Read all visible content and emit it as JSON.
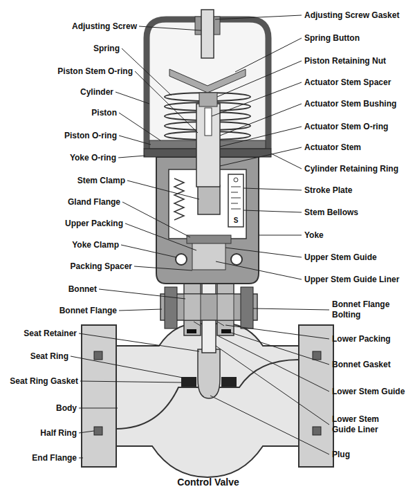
{
  "diagram": {
    "caption": "Control Valve",
    "labels": [
      "Adjusting Screw",
      "Spring",
      "Piston Stem O-ring",
      "Cylinder",
      "Piston",
      "Piston O-ring",
      "Yoke O-ring",
      "Stem Clamp",
      "Gland Flange",
      "Upper Packing",
      "Yoke Clamp",
      "Packing Spacer",
      "Bonnet",
      "Bonnet Flange",
      "Seat Retainer",
      "Seat Ring",
      "Seat Ring Gasket",
      "Body",
      "Half Ring",
      "End Flange",
      "Adjusting Screw Gasket",
      "Spring Button",
      "Piston Retaining Nut",
      "Actuator Stem Spacer",
      "Actuator Stem Bushing",
      "Actuator Stem O-ring",
      "Actuator Stem",
      "Cylinder Retaining Ring",
      "Stroke Plate",
      "Stem Bellows",
      "Yoke",
      "Upper Stem Guide",
      "Upper Stem Guide Liner",
      "Bonnet Flange Bolting",
      "Lower Packing",
      "Bonnet Gasket",
      "Lower Stem Guide",
      "Lower Stem Guide Liner",
      "Plug",
      "S"
    ]
  }
}
